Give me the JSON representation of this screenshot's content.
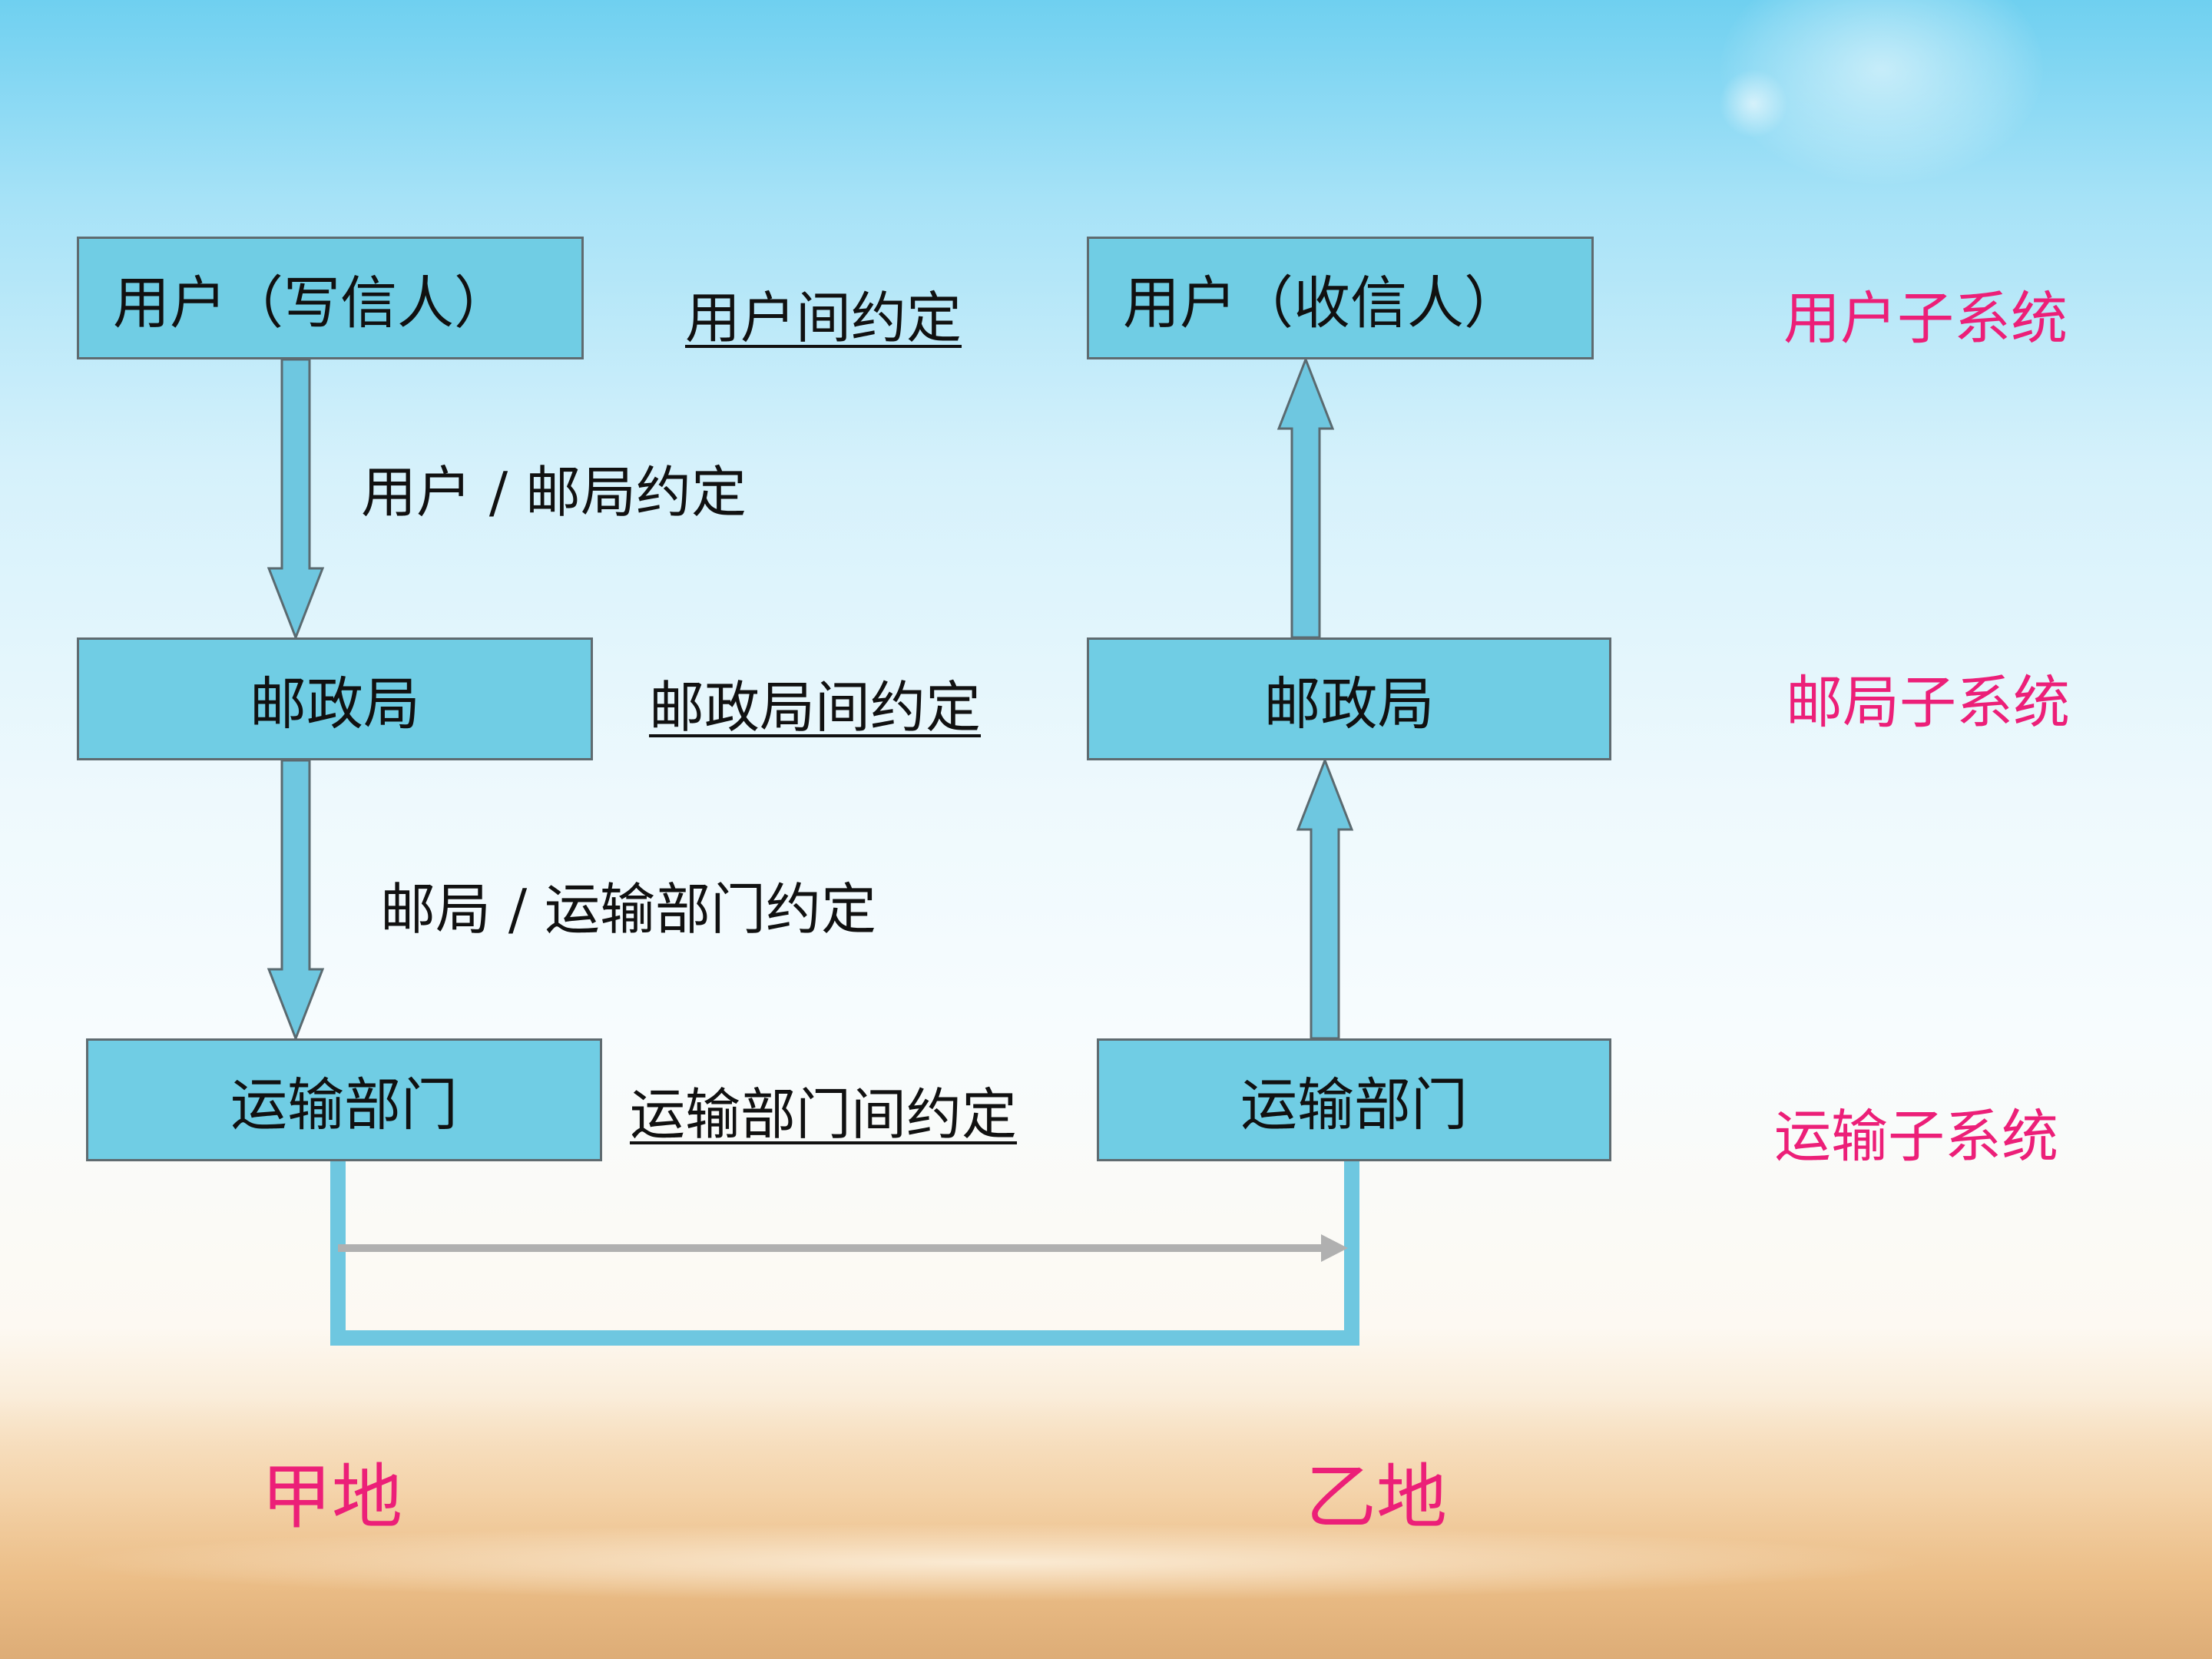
{
  "boxes": {
    "sender": "用户（写信人）",
    "receiver": "用户（收信人）",
    "post_office_a": "邮政局",
    "post_office_b": "邮政局",
    "transport_a": "运输部门",
    "transport_b": "运输部门"
  },
  "protocols": {
    "user_user": "用户间约定",
    "user_post": "用户 / 邮局约定",
    "post_post": "邮政局间约定",
    "post_transport": "邮局 / 运输部门约定",
    "transport_transport": "运输部门间约定"
  },
  "subsystems": {
    "user": "用户子系统",
    "post": "邮局子系统",
    "transport": "运输子系统"
  },
  "places": {
    "origin": "甲地",
    "destination": "乙地"
  },
  "colors": {
    "box_fill": "#70cde4",
    "arrow_fill": "#6ec7e0",
    "accent": "#ec1f78",
    "connector": "#b0b0b0"
  }
}
